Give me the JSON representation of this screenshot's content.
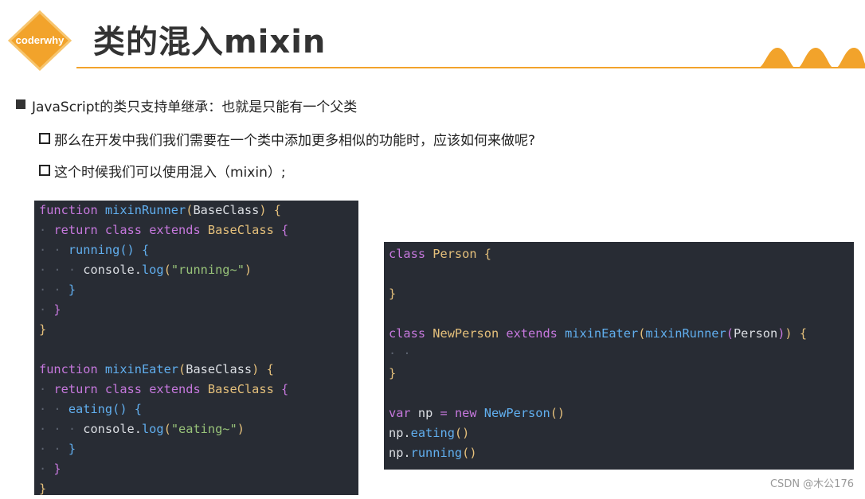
{
  "logo_text": "coderwhy",
  "title": "类的混入mixin",
  "bullets": [
    "JavaScript的类只支持单继承：也就是只能有一个父类",
    "那么在开发中我们我们需要在一个类中添加更多相似的功能时，应该如何来做呢?",
    "这个时候我们可以使用混入（mixin）;"
  ],
  "code_left": [
    "function mixinRunner(BaseClass) {",
    "  return class extends BaseClass {",
    "    running() {",
    "      console.log(\"running~\")",
    "    }",
    "  }",
    "}",
    "",
    "function mixinEater(BaseClass) {",
    "  return class extends BaseClass {",
    "    eating() {",
    "      console.log(\"eating~\")",
    "    }",
    "  }",
    "}"
  ],
  "code_right": [
    "class Person {",
    "",
    "}",
    "",
    "class NewPerson extends mixinEater(mixinRunner(Person)) {",
    "",
    "}",
    "",
    "var np = new NewPerson()",
    "np.eating()",
    "np.running()"
  ],
  "watermark": "CSDN @木公176",
  "colors": {
    "accent": "#f2a32b",
    "code_bg": "#282c34",
    "keyword": "#c678dd",
    "function": "#61afef",
    "class_name": "#e5c07b",
    "string": "#98c379"
  }
}
